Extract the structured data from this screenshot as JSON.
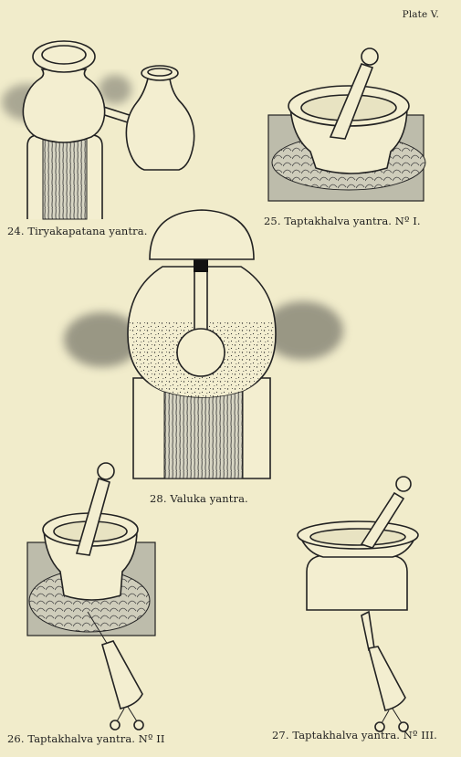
{
  "plate": {
    "label": "Plate V."
  },
  "figures": [
    {
      "id": "24",
      "caption": "24. Tiryakapatana yantra."
    },
    {
      "id": "25",
      "caption": "25. Taptakhalva yantra. Nº I."
    },
    {
      "id": "28",
      "caption": "28. Valuka yantra."
    },
    {
      "id": "26",
      "caption": "26. Taptakhalva yantra. Nº II"
    },
    {
      "id": "27",
      "caption": "27. Taptakhalva yantra. Nº III."
    }
  ],
  "colors": {
    "paper": "#f1eccb",
    "ink": "#222222",
    "smoke": "#6f6f66",
    "shade": "#a9a898"
  }
}
